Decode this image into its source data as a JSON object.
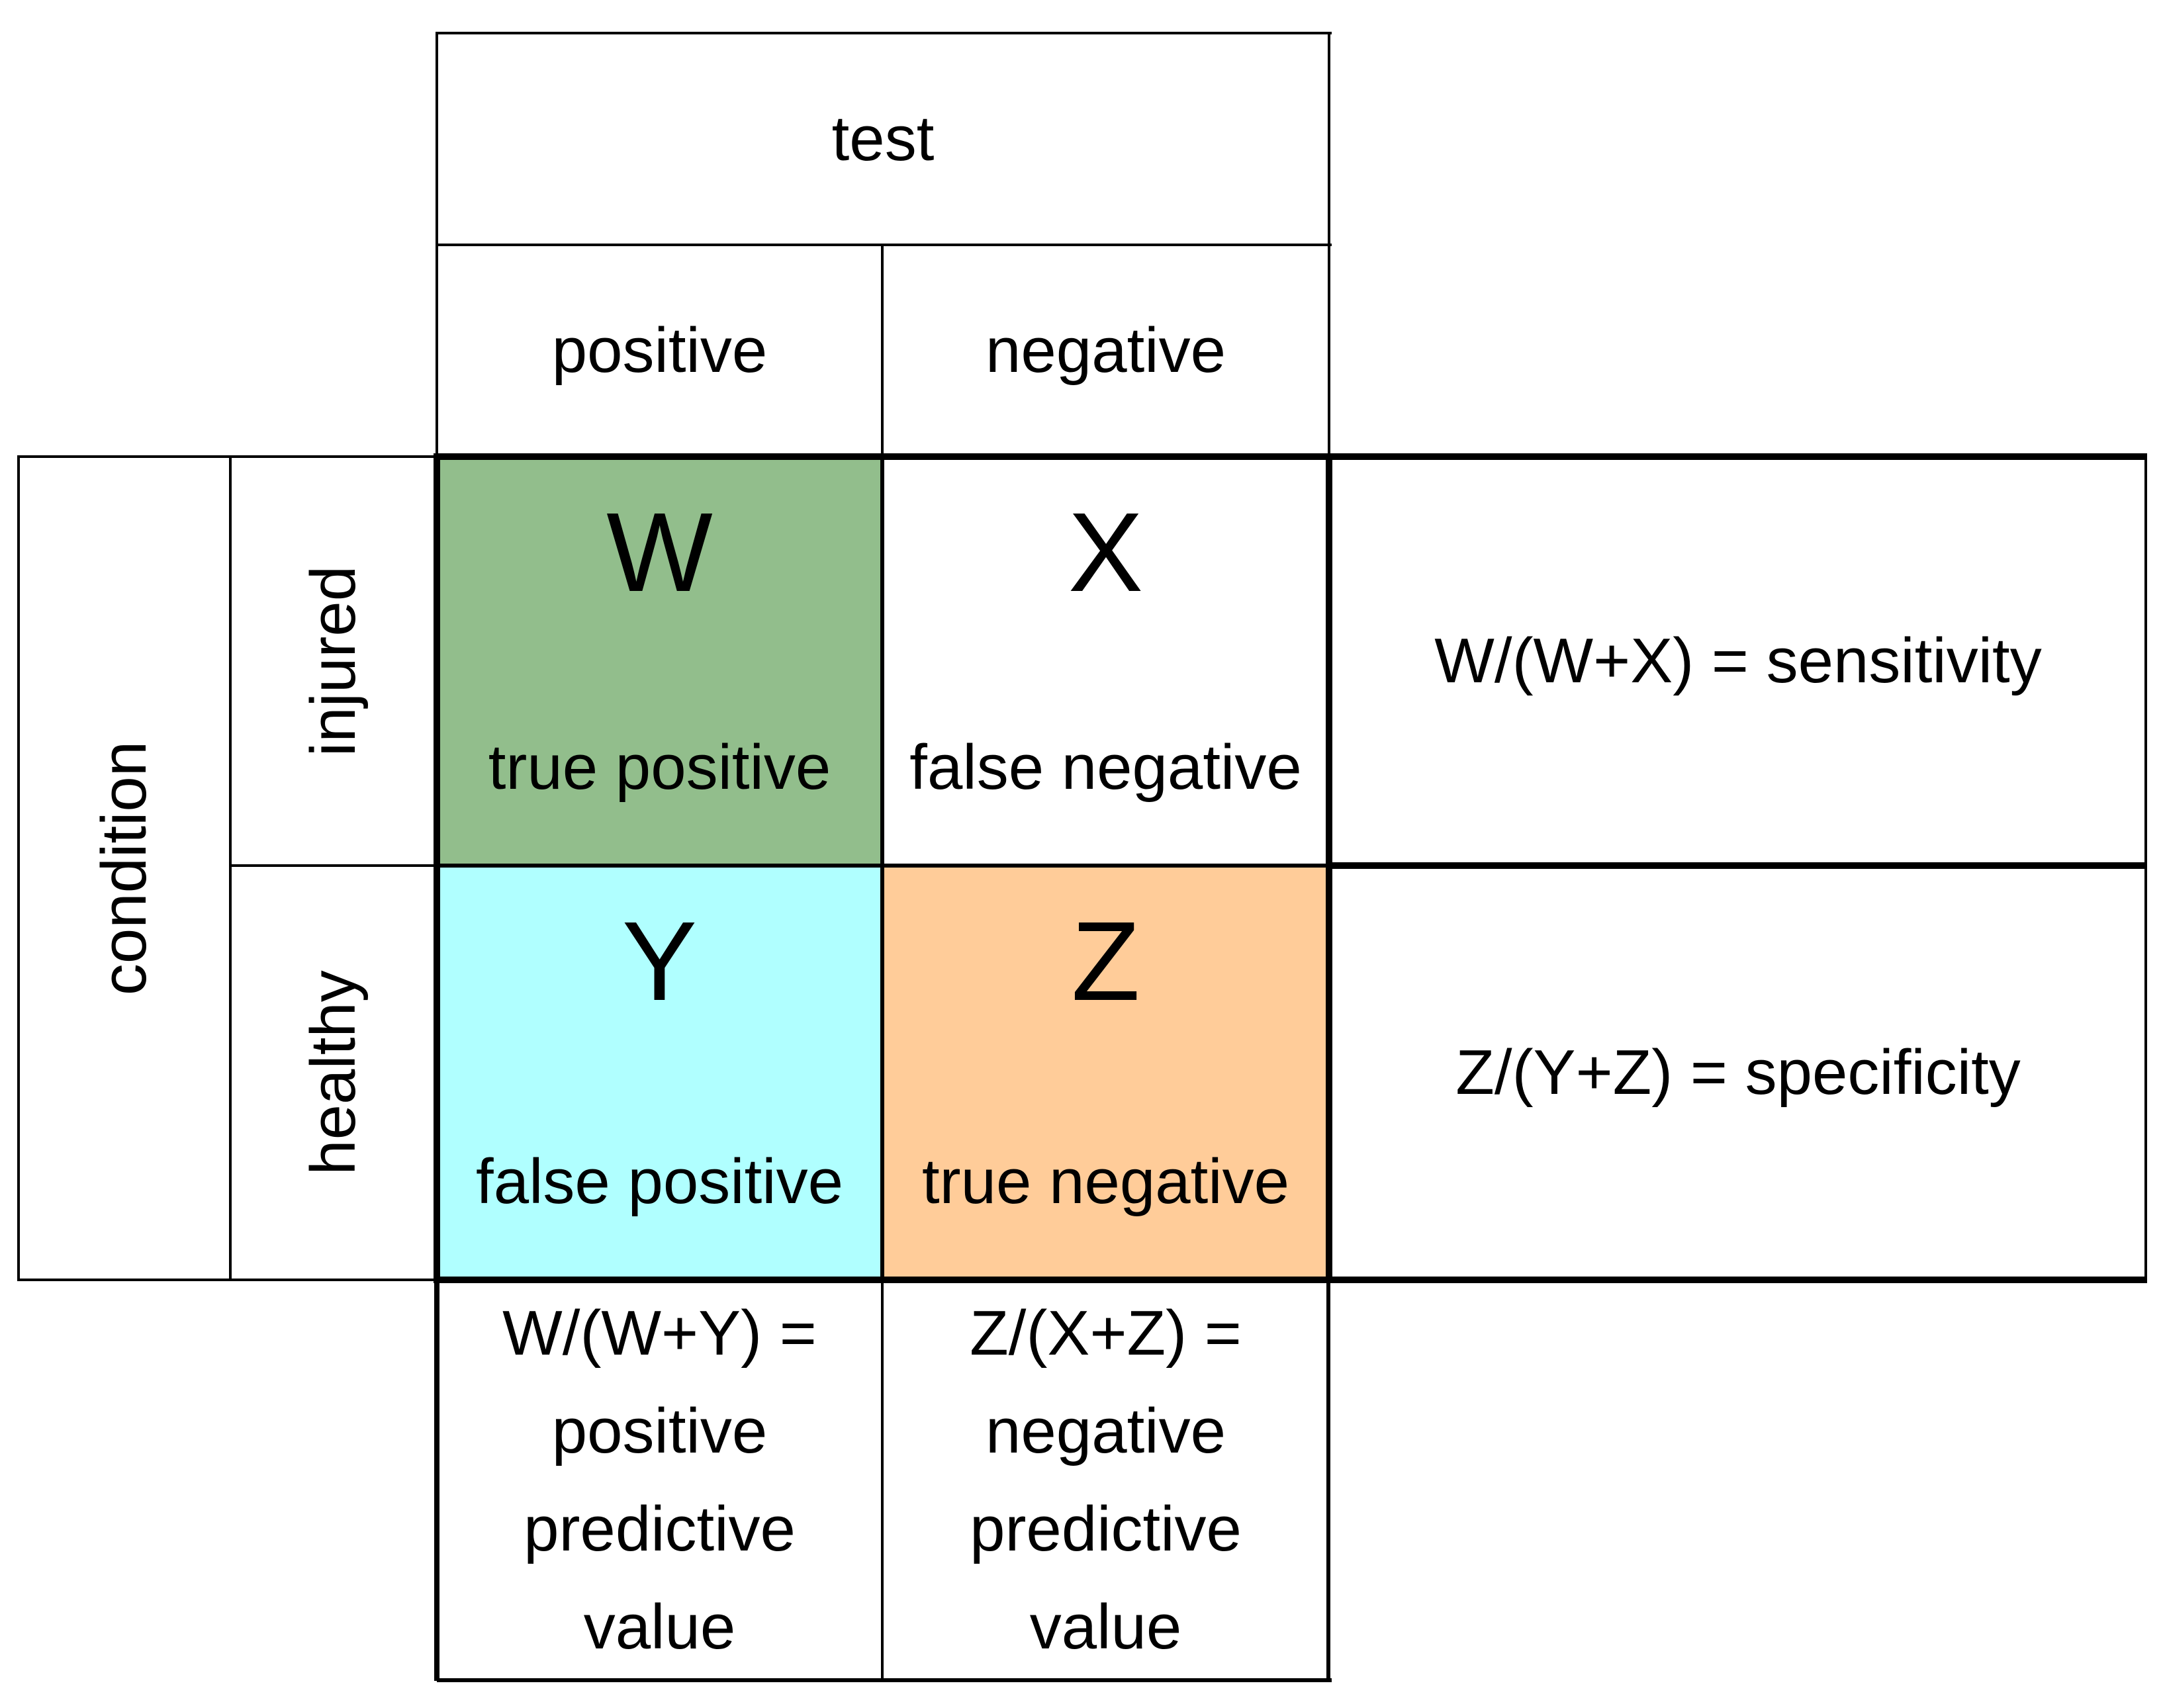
{
  "header": {
    "test": "test",
    "positive": "positive",
    "negative": "negative"
  },
  "condition_axis": {
    "condition": "condition",
    "injured": "injured",
    "healthy": "healthy"
  },
  "cells": {
    "true_positive": {
      "letter": "W",
      "label": "true positive",
      "color": "#92BE8C"
    },
    "false_negative": {
      "letter": "X",
      "label": "false negative",
      "color": "#FFFFFF"
    },
    "false_positive": {
      "letter": "Y",
      "label": "false positive",
      "color": "#B0FFFF"
    },
    "true_negative": {
      "letter": "Z",
      "label": "true negative",
      "color": "#FFCC99"
    }
  },
  "formulas": {
    "sensitivity": "W/(W+X) = sensitivity",
    "specificity": "Z/(Y+Z) = specificity",
    "positive_predictive_value": [
      "W/(W+Y) =",
      "positive",
      "predictive",
      "value"
    ],
    "negative_predictive_value": [
      "Z/(X+Z) =",
      "negative",
      "predictive",
      "value"
    ]
  },
  "colors": {
    "line": "#000000",
    "background": "#FFFFFF",
    "true_positive_fill": "#92BE8C",
    "false_positive_fill": "#B0FFFF",
    "true_negative_fill": "#FFCC99"
  }
}
